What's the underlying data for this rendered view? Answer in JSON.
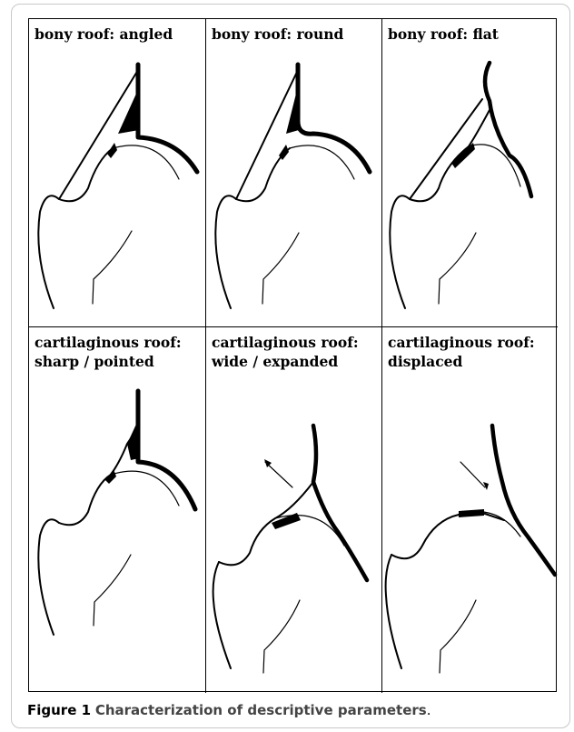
{
  "panels": [
    {
      "label": "bony roof: angled"
    },
    {
      "label": "bony roof: round"
    },
    {
      "label": "bony roof: flat"
    },
    {
      "label": "cartilaginous roof:\nsharp / pointed"
    },
    {
      "label": "cartilaginous roof:\nwide / expanded"
    },
    {
      "label": "cartilaginous roof:\ndisplaced"
    }
  ],
  "caption": {
    "figure_label": "Figure 1",
    "text": "Characterization of descriptive parameters",
    "period": "."
  },
  "colors": {
    "line": "#000000",
    "caption_text": "#444444",
    "frame": "#c8c8c8"
  }
}
